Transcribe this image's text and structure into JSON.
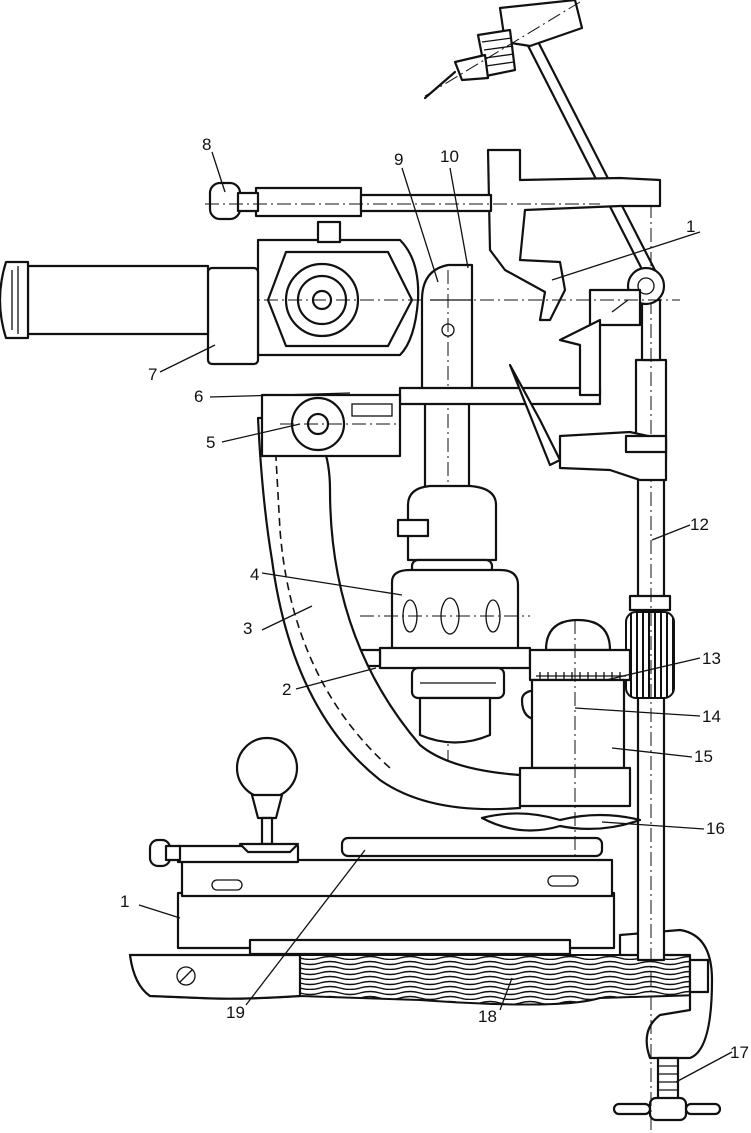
{
  "callouts": {
    "c1_top": "1",
    "c1_base": "1",
    "c2": "2",
    "c3": "3",
    "c4": "4",
    "c5": "5",
    "c6": "6",
    "c7": "7",
    "c8": "8",
    "c9": "9",
    "c10": "10",
    "c12": "12",
    "c13": "13",
    "c14": "14",
    "c15": "15",
    "c16": "16",
    "c17": "17",
    "c18": "18",
    "c19": "19"
  }
}
